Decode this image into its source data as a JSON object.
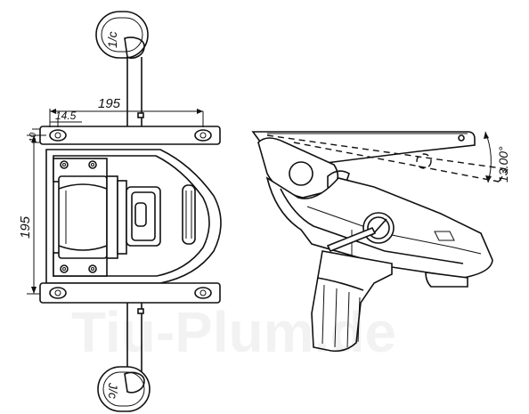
{
  "dimensions": {
    "top_width": "195",
    "hole_offset": "14.5",
    "small_gap": "10",
    "side_height": "195",
    "tilt_angle": "13.00°"
  },
  "handle_labels": {
    "top": "1/c",
    "bottom": "J/c"
  },
  "watermark_text": "Tiu-Plum.de",
  "colors": {
    "line": "#111111",
    "background": "#ffffff"
  }
}
